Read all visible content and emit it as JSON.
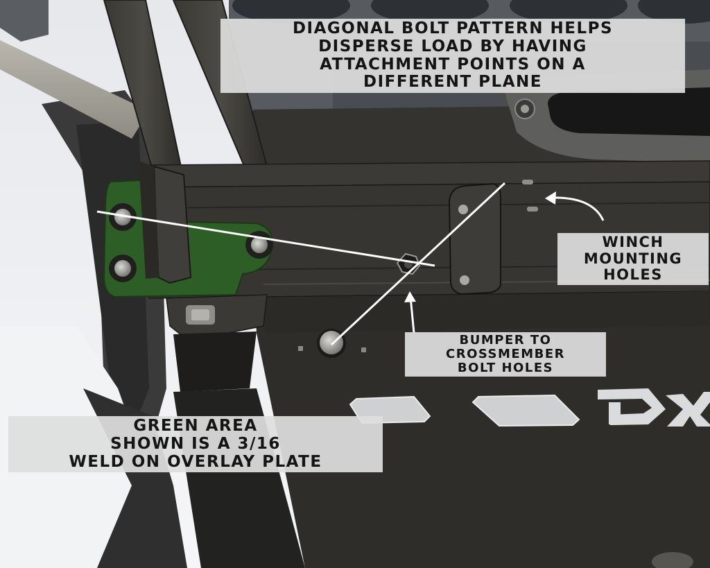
{
  "callouts": {
    "diagonal": [
      "DIAGONAL BOLT PATTERN HELPS",
      "DISPERSE LOAD BY HAVING",
      "ATTACHMENT POINTS ON A",
      "DIFFERENT PLANE"
    ],
    "winch": [
      "WINCH",
      "MOUNTING",
      "HOLES"
    ],
    "bumper": [
      "BUMPER TO",
      "CROSSMEMBER",
      "BOLT HOLES"
    ],
    "green": [
      "GREEN AREA",
      "SHOWN IS A 3/16",
      "WELD ON OVERLAY PLATE"
    ]
  },
  "colors": {
    "overlay_plate": "#2c5e26",
    "steel_dark": "#2b2a27",
    "annotation_line": "#ffffff",
    "callout_background": "#dedede"
  }
}
